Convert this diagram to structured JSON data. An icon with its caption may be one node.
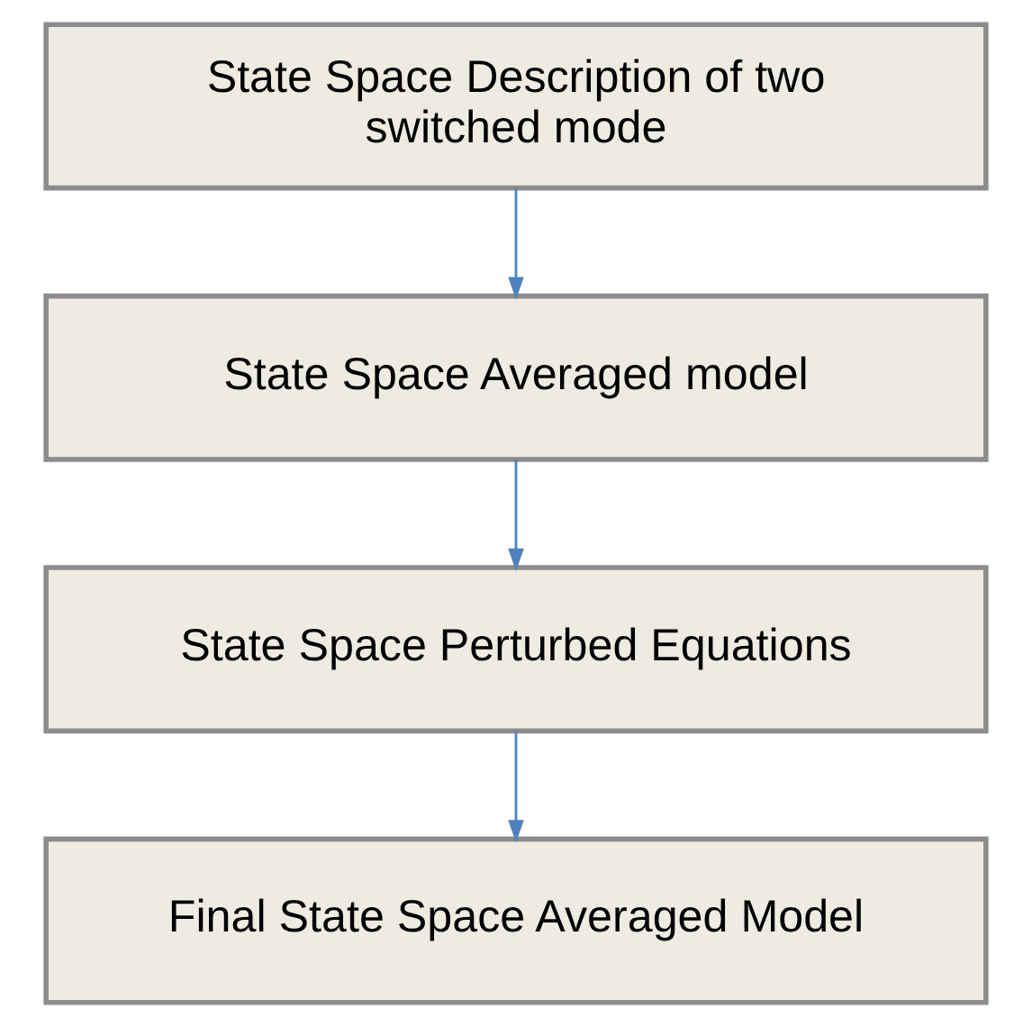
{
  "diagram": {
    "nodes": [
      {
        "text": [
          "State Space Description of two switched mode"
        ]
      },
      {
        "text": [
          "State Space Averaged model"
        ]
      },
      {
        "text": [
          "State Space Perturbed Equations"
        ]
      },
      {
        "text": [
          "Final State Space Averaged Model"
        ]
      }
    ],
    "edges": [
      {
        "from": 0,
        "to": 1,
        "arrow": "to"
      },
      {
        "from": 1,
        "to": 2,
        "arrow": "to"
      },
      {
        "from": 2,
        "to": 3,
        "arrow": "to"
      }
    ]
  }
}
